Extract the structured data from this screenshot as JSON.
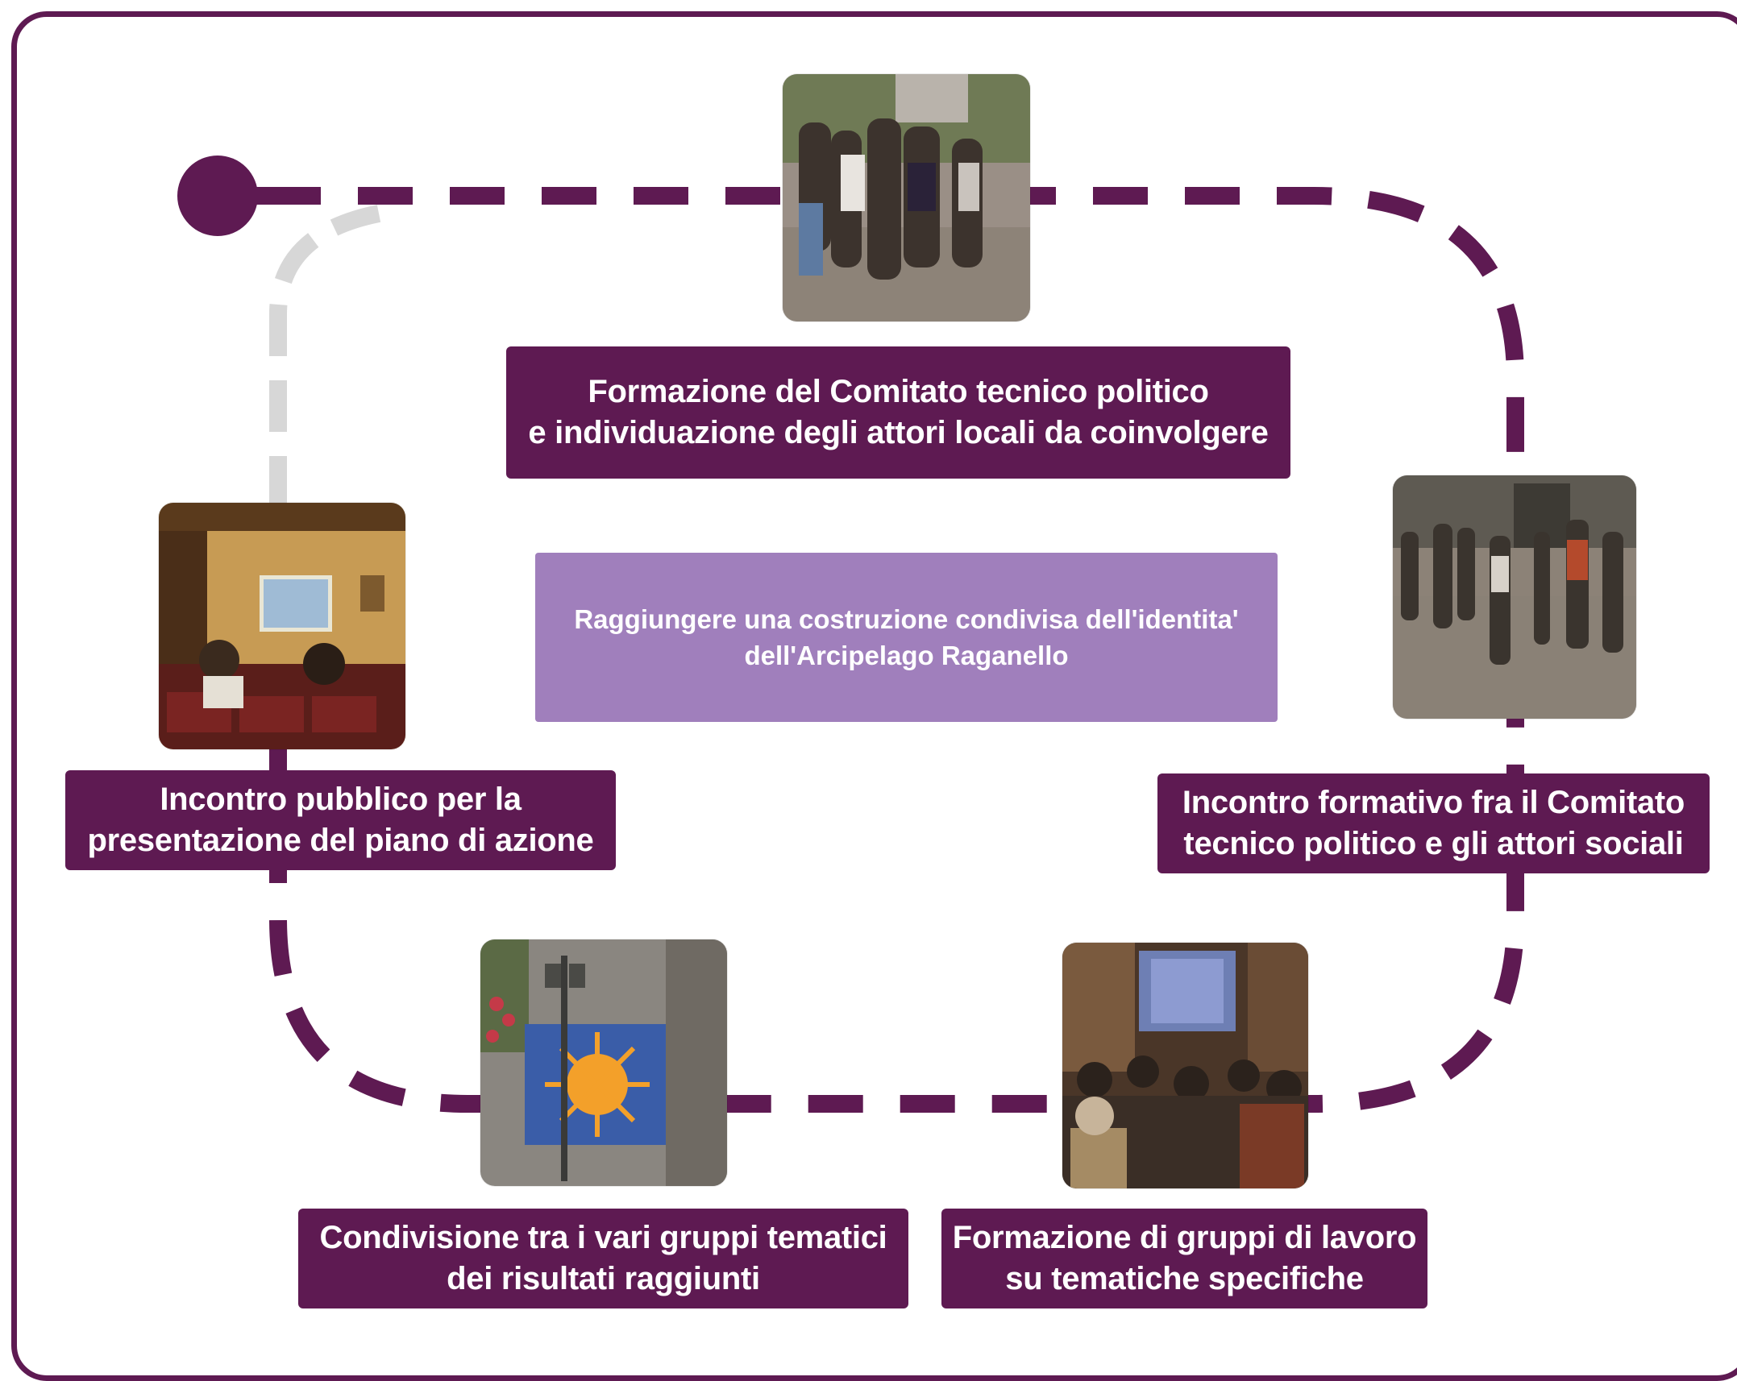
{
  "steps": {
    "step1": {
      "line1": "Formazione del Comitato tecnico politico",
      "line2": "e individuazione degli attori locali da coinvolgere"
    },
    "step2": {
      "line1": "Incontro formativo fra il Comitato",
      "line2": "tecnico politico e gli attori sociali"
    },
    "step3": {
      "line1": "Formazione di gruppi di lavoro",
      "line2": "su tematiche specifiche"
    },
    "step4": {
      "line1": "Condivisione tra i vari gruppi tematici",
      "line2": "dei risultati raggiunti"
    },
    "step5": {
      "line1": "Incontro pubblico per la",
      "line2": "presentazione del piano di azione"
    }
  },
  "goal": {
    "line1": "Raggiungere una costruzione condivisa dell'identita'",
    "line2": "dell'Arcipelago Raganello"
  },
  "colors": {
    "primary": "#5e1a52",
    "goal_box": "#a07fbc",
    "return_path": "#d7d7d7"
  }
}
